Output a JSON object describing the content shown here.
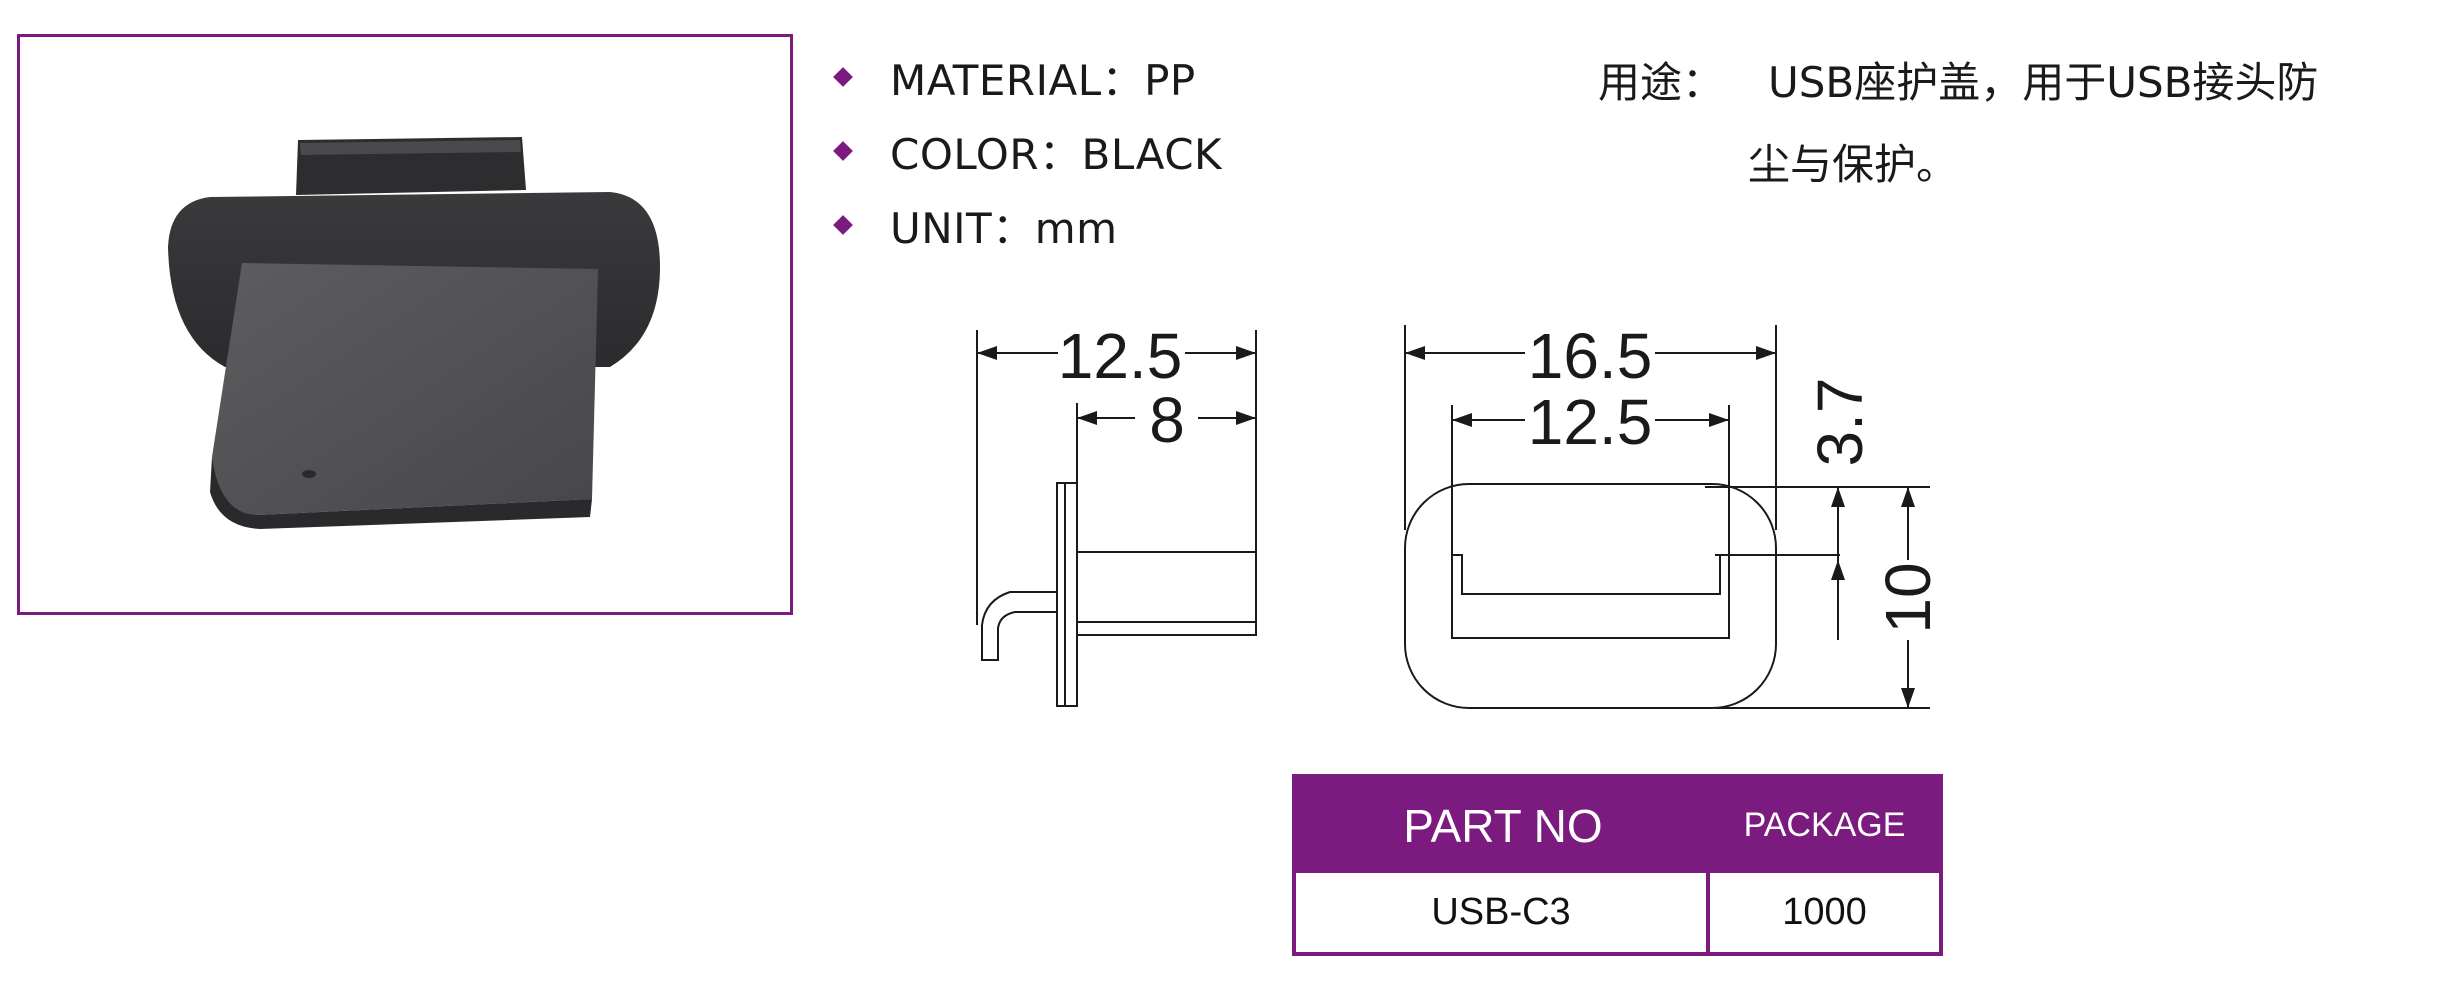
{
  "specs": [
    {
      "label": "MATERIAL：PP"
    },
    {
      "label": "COLOR：BLACK"
    },
    {
      "label": "UNIT：mm"
    }
  ],
  "usage": {
    "label": "用途：",
    "line1": "USB座护盖，用于USB接头防",
    "line2": "尘与保护。"
  },
  "dimensions": {
    "side_total": "12.5",
    "side_body": "8",
    "front_total": "16.5",
    "front_inner": "12.5",
    "front_slot": "3.7",
    "front_height": "10"
  },
  "table": {
    "headers": [
      "PART NO",
      "PACKAGE"
    ],
    "row": [
      "USB-C3",
      "1000"
    ]
  },
  "colors": {
    "accent": "#7b1a7f"
  }
}
